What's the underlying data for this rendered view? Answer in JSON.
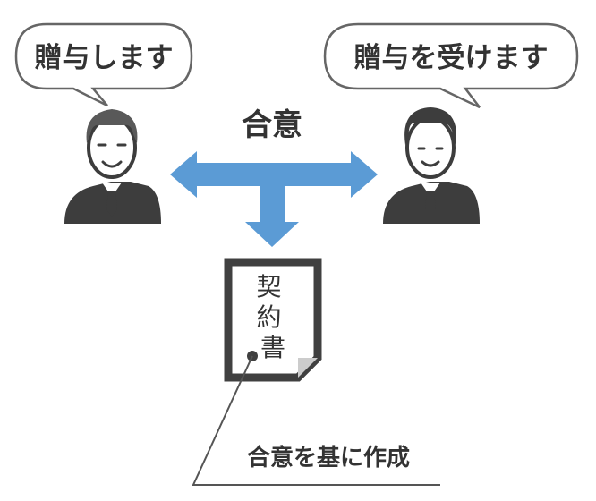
{
  "diagram": {
    "giver_speech": "贈与します",
    "receiver_speech": "贈与を受けます",
    "agreement_label": "合意",
    "document_label": "契約書",
    "caption": "合意を基に作成"
  },
  "colors": {
    "arrow": "#5b9bd5",
    "text": "#333333",
    "person": "#3d3d3d",
    "document_border": "#404040"
  },
  "icons": {
    "giver": "elderly-man-icon",
    "receiver": "young-man-icon",
    "document": "contract-document-icon"
  }
}
